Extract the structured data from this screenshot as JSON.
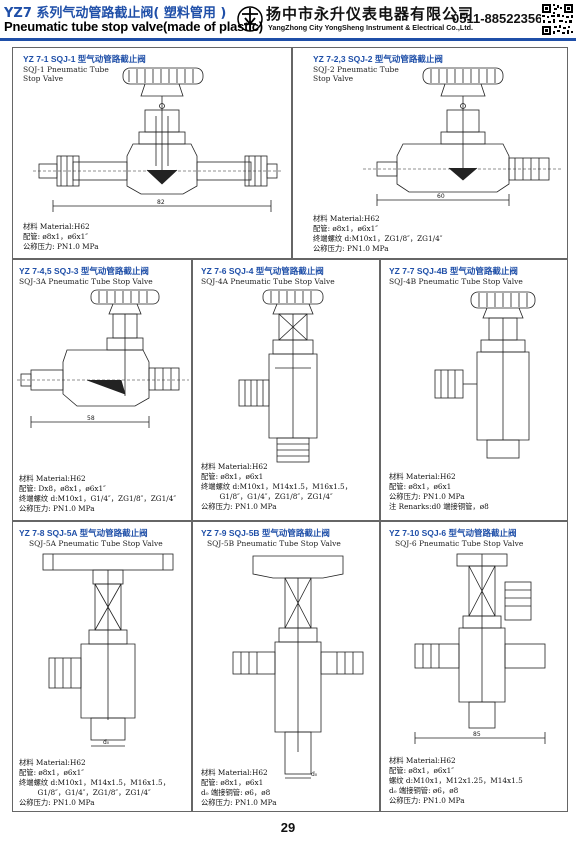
{
  "header": {
    "title_cn": "YZ7 系列气动管路截止阀( 塑料管用 )",
    "title_en": "Pneumatic tube stop valve(made of plastic)",
    "company_cn": "扬中市永升仪表电器有限公司",
    "company_en": "YangZhong City YongSheng Instrument & Electrical Co.,Ltd.",
    "phone": "0511-88522356"
  },
  "panels": [
    {
      "title": "YZ 7-1 SQJ-1 型气动管路截止阀",
      "subtitle": "SQJ-1 Pneumatic Tube\nStop Valve",
      "dimension": "82",
      "specs": [
        "材料 Material:H62",
        "配管: ø8x1，ø6x1″",
        "公称压力: PN1.0 MPa"
      ]
    },
    {
      "title": "YZ 7-2,3 SQJ-2 型气动管路截止阀",
      "subtitle": "SQJ-2 Pneumatic Tube\nStop Valve",
      "dimension": "60",
      "specs": [
        "材料 Material:H62",
        "配管: ø8x1，ø6x1″",
        "终端螺纹 d:M10x1，ZG1/8″，ZG1/4″",
        "公称压力: PN1.0 MPa"
      ]
    },
    {
      "title": "YZ 7-4,5 SQJ-3 型气动管路截止阀",
      "subtitle": "SQJ-3A Pneumatic Tube Stop Valve",
      "dimension": "58",
      "specs": [
        "材料 Material:H62",
        "配管: Dx8，ø8x1，ø6x1″",
        "终端螺纹 d:M10x1，G1/4″，ZG1/8″，ZG1/4″",
        "公称压力: PN1.0 MPa"
      ]
    },
    {
      "title": "YZ 7-6 SQJ-4 型气动管路截止阀",
      "subtitle": "SQJ-4A Pneumatic Tube Stop Valve",
      "specs": [
        "材料 Material:H62",
        "配管: ø8x1，ø6x1",
        "终端螺纹 d:M10x1，M14x1.5，M16x1.5，",
        "        G1/8″，G1/4″，ZG1/8″，ZG1/4″",
        "公称压力: PN1.0 MPa"
      ]
    },
    {
      "title": "YZ 7-7 SQJ-4B 型气动管路截止阀",
      "subtitle": "SQJ-4B Pneumatic Tube Stop Valve",
      "specs": [
        "材料 Material:H62",
        "配管: ø8x1，ø6x1",
        "公称压力: PN1.0 MPa",
        "注 Renarks:d0 端接铜管，ø8"
      ]
    },
    {
      "title": "YZ 7-8 SQJ-5A 型气动管路截止阀",
      "subtitle": "SQJ-5A Pneumatic Tube Stop Valve",
      "dimension": "d₀",
      "specs": [
        "材料 Material:H62",
        "配管: ø8x1，ø6x1″",
        "终端螺纹 d:M10x1，M14x1.5，M16x1.5，",
        "        G1/8″，G1/4″，ZG1/8″，ZG1/4″",
        "公称压力: PN1.0 MPa"
      ]
    },
    {
      "title": "YZ 7-9 SQJ-5B 型气动管路截止阀",
      "subtitle": "SQJ-5B Pneumatic Tube Stop Valve",
      "dimension": "d₀",
      "specs": [
        "材料 Material:H62",
        "配管: ø8x1，ø6x1",
        "d₀ 端接铜管: ø6，ø8",
        "公称压力: PN1.0 MPa"
      ]
    },
    {
      "title": "YZ 7-10 SQJ-6 型气动管路截止阀",
      "subtitle": "SQJ-6 Pneumatic Tube Stop Valve",
      "dimension": "85",
      "specs": [
        "材料 Material:H62",
        "配管: ø8x1，ø6x1″",
        "螺纹 d:M10x1，M12x1.25，M14x1.5",
        "d₀ 端接铜管: ø6，ø8",
        "公称压力: PN1.0 MPa"
      ]
    }
  ],
  "page_number": "29"
}
